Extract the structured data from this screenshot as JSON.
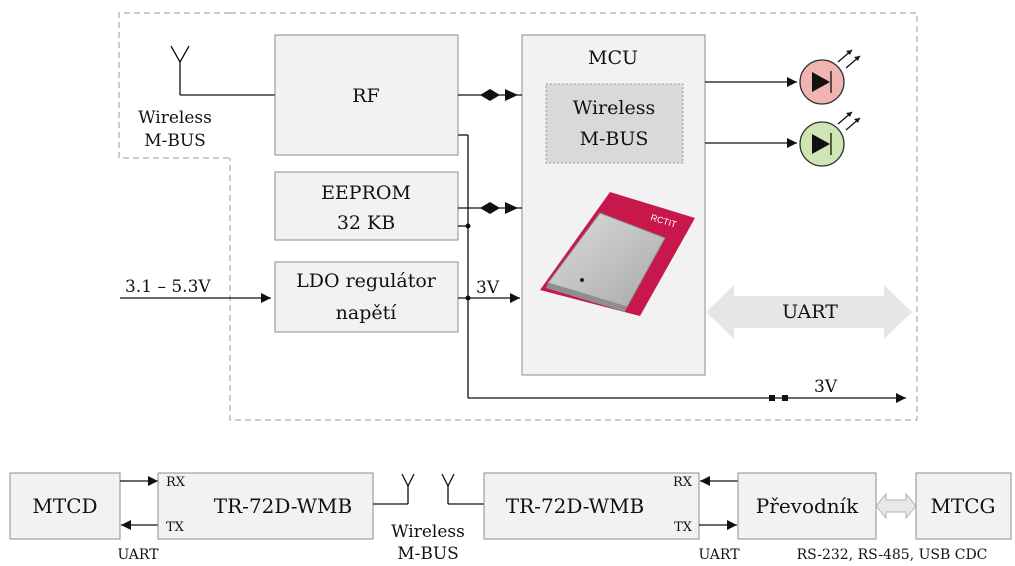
{
  "top": {
    "antenna_label_1": "Wireless",
    "antenna_label_2": "M-BUS",
    "rf": "RF",
    "mcu": "MCU",
    "wmbus_1": "Wireless",
    "wmbus_2": "M-BUS",
    "eeprom_1": "EEPROM",
    "eeprom_2": "32 KB",
    "ldo_1": "LDO regulátor",
    "ldo_2": "napětí",
    "vin": "3.1 – 5.3V",
    "v3_inner": "3V",
    "v3_out": "3V",
    "uart": "UART",
    "module_marking": "RCTIT"
  },
  "bottom": {
    "mtcd": "MTCD",
    "rx_left": "RX",
    "tx_left": "TX",
    "tr_left": "TR-72D-WMB",
    "wireless_1": "Wireless",
    "wireless_2": "M-BUS",
    "tr_right": "TR-72D-WMB",
    "rx_right": "RX",
    "tx_right": "TX",
    "prevodnik": "Převodník",
    "mtcg": "MTCG",
    "uart_left": "UART",
    "uart_right": "UART",
    "interfaces": "RS-232, RS-485, USB CDC"
  },
  "colors": {
    "led_red": "#f0b4b2",
    "led_green": "#cfe6b4",
    "module_pcb": "#c8174a",
    "uart_arrow": "#e6e6e6"
  }
}
